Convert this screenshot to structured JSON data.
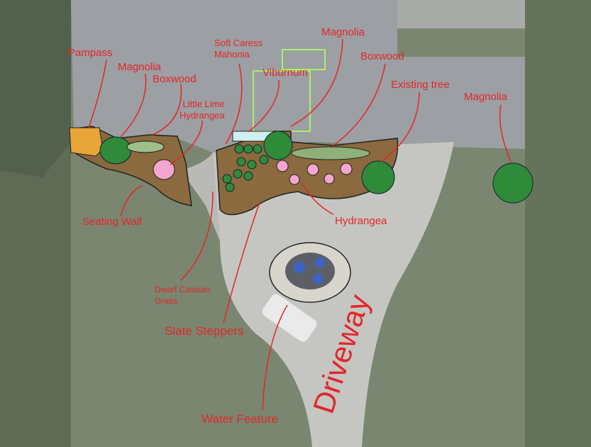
{
  "title": "Landscape plan overlay",
  "labels": {
    "pampass": "Pampass",
    "magnolia_left": "Magnolia",
    "boxwood_left": "Boxwood",
    "mahonia_line1": "Soft Caress",
    "mahonia_line2": "Mahonia",
    "viburnum": "Viburnum",
    "magnolia_center": "Magnolia",
    "boxwood_right": "Boxwood",
    "existing_tree": "Existing tree",
    "magnolia_right": "Magnolia",
    "hydrangea_lime_line1": "Little Lime",
    "hydrangea_lime_line2": "Hydrangea",
    "seating_wall": "Seating Wall",
    "grass_line1": "Dwarf Cassian",
    "grass_line2": "Grass",
    "slate_steppers": "Slate Steppers",
    "hydrangea": "Hydrangea",
    "water_feature": "Water Feature",
    "driveway": "Driveway"
  },
  "colors": {
    "label": "#e3262a",
    "bed": "#8a6a3e",
    "plant": "#2f8a3a",
    "hydrangea": "#f3a6cf"
  }
}
